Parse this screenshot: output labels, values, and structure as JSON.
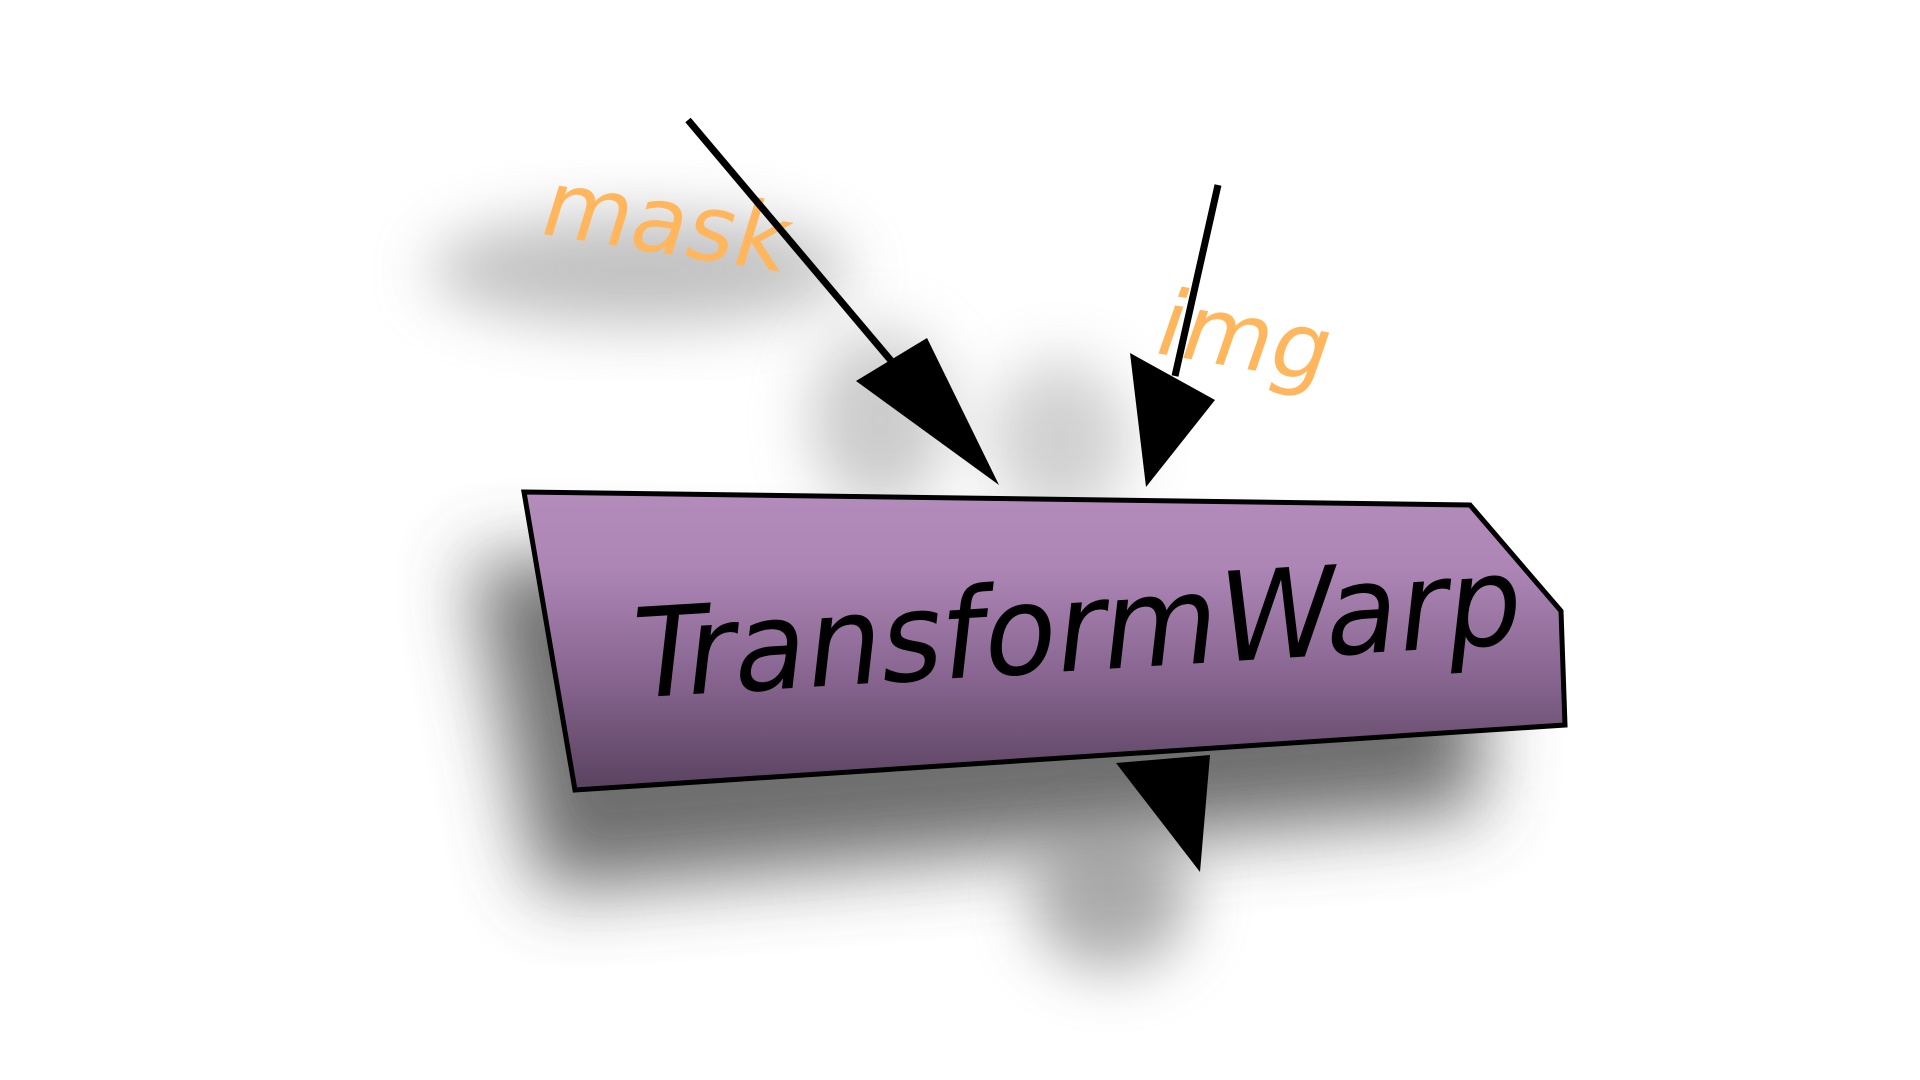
{
  "diagram": {
    "type": "node-graph",
    "node": {
      "label": "TransformWarp",
      "fill_top": "#b48cbc",
      "fill_bottom": "#5a4260",
      "stroke": "#000000"
    },
    "inputs": [
      {
        "name": "mask",
        "label": "mask",
        "label_color": "#ffb65c"
      },
      {
        "name": "img",
        "label": "img",
        "label_color": "#ffb65c"
      }
    ],
    "outputs": [
      {
        "name": "out"
      }
    ],
    "edges": [
      {
        "from": "mask-source",
        "to": "TransformWarp.mask"
      },
      {
        "from": "img-source",
        "to": "TransformWarp.img"
      },
      {
        "from": "TransformWarp",
        "to": "output"
      }
    ]
  }
}
